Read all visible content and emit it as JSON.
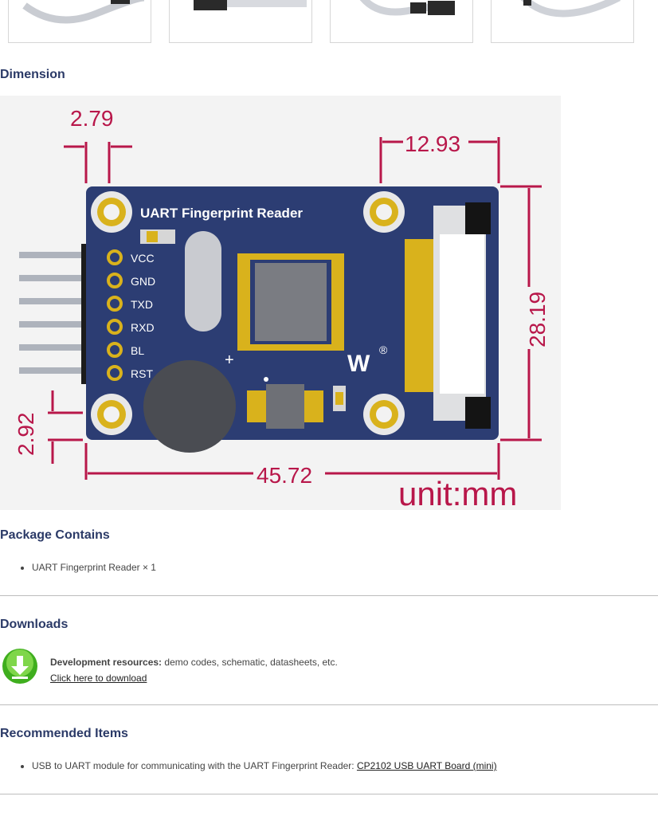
{
  "thumbnails": [
    {
      "name": "thumbnail-fpc-cable"
    },
    {
      "name": "thumbnail-cable-connector"
    },
    {
      "name": "thumbnail-cable-short"
    },
    {
      "name": "thumbnail-cable-long"
    }
  ],
  "dimension": {
    "heading": "Dimension",
    "board_title": "UART Fingerprint Reader",
    "pins": [
      "VCC",
      "GND",
      "TXD",
      "RXD",
      "BL",
      "RST"
    ],
    "measurements": {
      "hole_offset_x": "2.79",
      "connector_width": "12.93",
      "board_height": "28.19",
      "hole_offset_y": "2.92",
      "board_width": "45.72"
    },
    "unit_label": "unit:mm",
    "logo_mark": "®",
    "plus_mark": "+",
    "colors": {
      "pcb": "#2c3d73",
      "dimension": "#b8174a",
      "gold": "#d9b21c"
    }
  },
  "package": {
    "heading": "Package Contains",
    "items": [
      "UART Fingerprint Reader × 1"
    ]
  },
  "downloads": {
    "heading": "Downloads",
    "label": "Development resources:",
    "desc": " demo codes, schematic, datasheets, etc.",
    "link": "Click here to download",
    "icon": "download-icon"
  },
  "recommended": {
    "heading": "Recommended Items",
    "text": "USB to UART module for communicating with the UART Fingerprint Reader: ",
    "link": "CP2102 USB UART Board (mini)"
  }
}
